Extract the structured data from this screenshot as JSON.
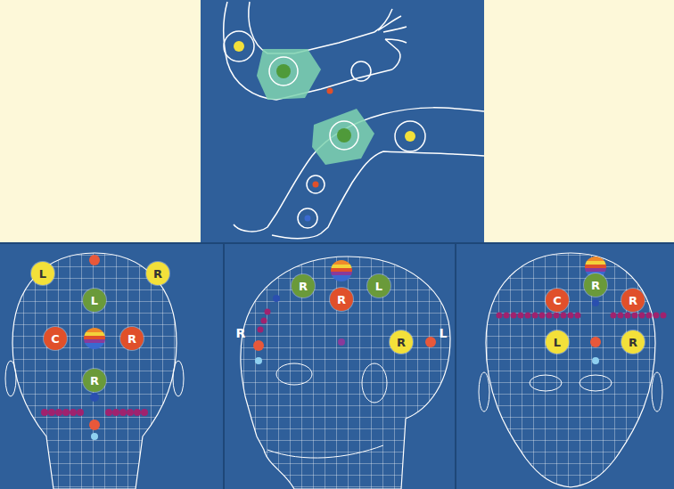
{
  "diagram": {
    "nodes": [
      {
        "text": [
          "L"
        ]
      },
      {
        "text": [
          "R"
        ]
      },
      {
        "text": [
          "L"
        ]
      },
      {
        "text": [
          "C"
        ]
      },
      {
        "text": [
          "R"
        ]
      },
      {
        "text": [
          "R"
        ]
      },
      {
        "text": [
          "R"
        ]
      },
      {
        "text": [
          "L"
        ]
      },
      {
        "text": [
          "R"
        ]
      },
      {
        "text": [
          "R"
        ]
      },
      {
        "text": [
          "R"
        ]
      },
      {
        "text": [
          "C"
        ]
      },
      {
        "text": [
          "R"
        ]
      },
      {
        "text": [
          "L"
        ]
      },
      {
        "text": [
          "R"
        ]
      }
    ],
    "labels": [
      "R",
      "L"
    ]
  }
}
